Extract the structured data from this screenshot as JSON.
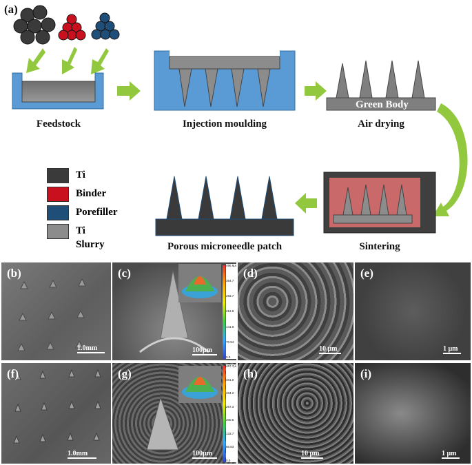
{
  "panel_a": {
    "label": "(a)",
    "steps": {
      "feedstock": "Feedstock",
      "injection": "Injection moulding",
      "drying": "Air drying",
      "green_body": "Green Body",
      "sintering": "Sintering",
      "patch": "Porous microneedle patch"
    },
    "legend": [
      {
        "label": "Ti",
        "color": "#3a3a3a"
      },
      {
        "label": "Binder",
        "color": "#c8101e"
      },
      {
        "label": "Porefiller",
        "color": "#1f4e79"
      },
      {
        "label": "Ti Slurry",
        "color": "#8c8c8c"
      }
    ],
    "colors": {
      "mould": "#5b9bd5",
      "arrow": "#92c83e",
      "slurry": "#8c8c8c",
      "sinter_bg": "#3f3f3f",
      "sinter_inner": "#c96969"
    }
  },
  "micrographs": [
    {
      "label": "(b)",
      "scale": "1.0mm"
    },
    {
      "label": "(c)",
      "scale": "100μm"
    },
    {
      "label": "(d)",
      "scale": "10 μm"
    },
    {
      "label": "(e)",
      "scale": "1 μm"
    },
    {
      "label": "(f)",
      "scale": "1.0mm"
    },
    {
      "label": "(g)",
      "scale": "100μm"
    },
    {
      "label": "(h)",
      "scale": "10 μm"
    },
    {
      "label": "(i)",
      "scale": "1 μm"
    }
  ],
  "colorbar_c": [
    "496.6μm",
    "354.7",
    "283.7",
    "212.8",
    "141.9",
    "70.94",
    "0.0"
  ],
  "colorbar_g": [
    "467.7μm",
    "401.0",
    "334.2",
    "267.3",
    "200.5",
    "133.7",
    "66.83",
    "0.0"
  ]
}
